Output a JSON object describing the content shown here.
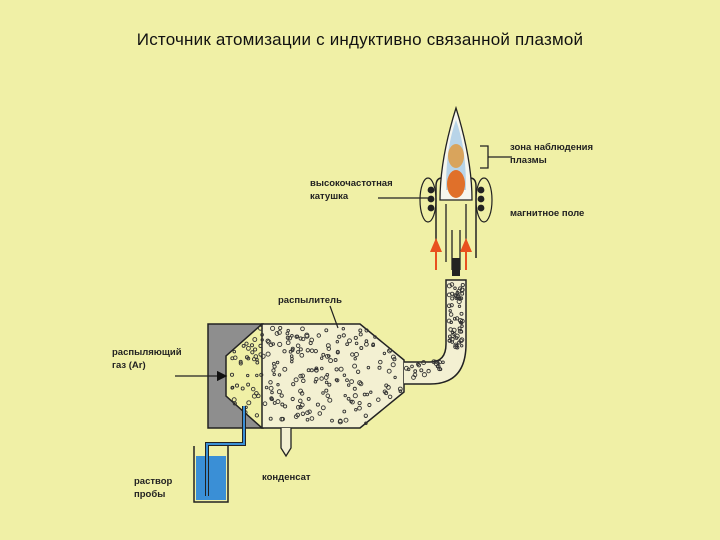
{
  "title": "Источник атомизации с индуктивно связанной плазмой",
  "labels": {
    "observation_zone_line1": "зона наблюдения",
    "observation_zone_line2": "плазмы",
    "hf_coil_line1": "высокочастотная",
    "hf_coil_line2": "катушка",
    "magnetic_field": "магнитное поле",
    "nebulizer": "распылитель",
    "spray_gas_line1": "распыляющий",
    "spray_gas_line2": "газ (Ar)",
    "sample_solution_line1": "раствор",
    "sample_solution_line2": "пробы",
    "condensate": "конденсат"
  },
  "colors": {
    "background": "#f0f0a6",
    "chamber_fill": "#f3f0d2",
    "nebulizer_block": "#8e8e8e",
    "sample_liquid": "#3a8fd6",
    "plasma_orange": "#e0702a",
    "plasma_tan": "#d9a45c",
    "plasma_blue": "#b8d4e8",
    "flow_arrows": "#e8501e"
  },
  "icons": [
    "coil-turn-icon",
    "arrow-up-icon",
    "aerosol-droplet-icon"
  ]
}
